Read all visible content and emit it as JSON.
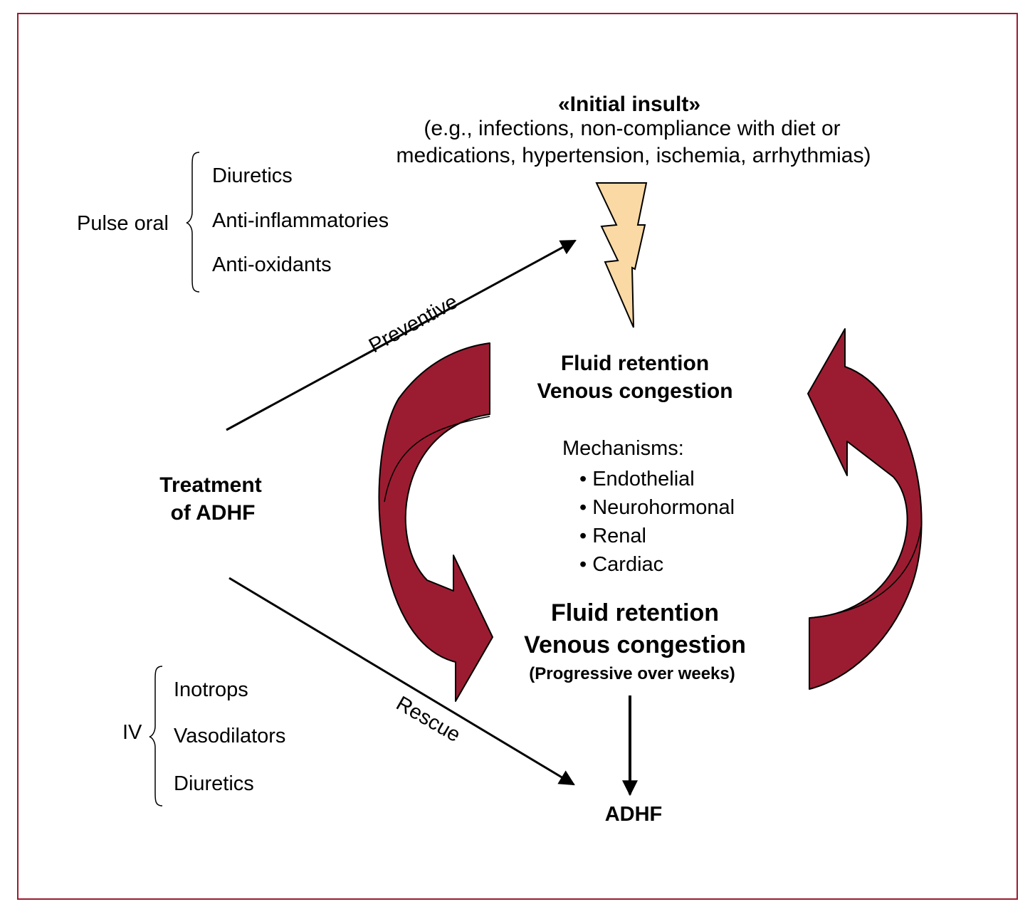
{
  "colors": {
    "frame": "#9b1c31",
    "curved_arrows": "#9b1c31",
    "lightning": "#fbd9a4",
    "stroke": "#000000"
  },
  "insult": {
    "title": "«Initial insult»",
    "line1": "(e.g., infections, non-compliance with diet or",
    "line2": "medications, hypertension, ischemia, arrhythmias)"
  },
  "pulse_oral": {
    "label": "Pulse oral",
    "items": [
      "Diuretics",
      "Anti-inflammatories",
      "Anti-oxidants"
    ]
  },
  "iv": {
    "label": "IV",
    "items": [
      "Inotrops",
      "Vasodilators",
      "Diuretics"
    ]
  },
  "treatment": {
    "line1": "Treatment",
    "line2": "of ADHF"
  },
  "edges": {
    "preventive": "Preventive",
    "rescue": "Rescue"
  },
  "center_top": {
    "line1": "Fluid retention",
    "line2": "Venous congestion"
  },
  "mechanisms": {
    "heading": "Mechanisms:",
    "items": [
      "Endothelial",
      "Neurohormonal",
      "Renal",
      "Cardiac"
    ]
  },
  "center_bottom": {
    "line1": "Fluid retention",
    "line2": "Venous congestion",
    "line3": "(Progressive over weeks)"
  },
  "outcome": "ADHF"
}
